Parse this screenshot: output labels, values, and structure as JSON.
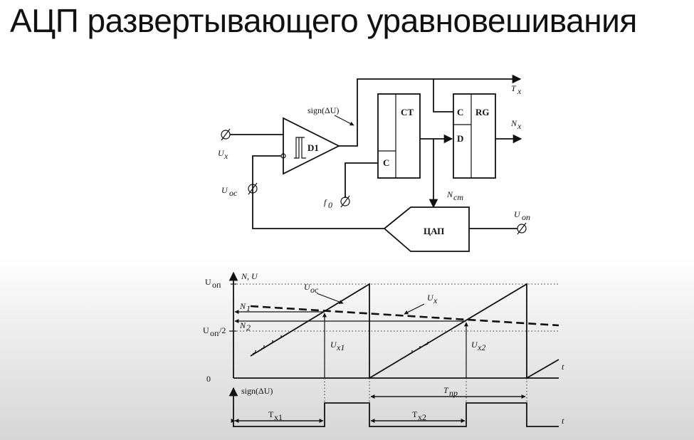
{
  "title": "АЦП развертывающего уравновешивания",
  "schematic": {
    "input": "U",
    "input_sub": "x",
    "feedback": "U",
    "feedback_sub": "ос",
    "comparator": "D1",
    "sign": "sign(ΔU)",
    "counter": "CT",
    "counter_c": "C",
    "clock": "f",
    "clock_sub": "0",
    "register_c": "C",
    "register": "RG",
    "register_d": "D",
    "tx": "T",
    "tx_sub": "x",
    "nx": "N",
    "nx_sub": "x",
    "nct": "N",
    "nct_sub": "ст",
    "dac": "ЦАП",
    "uref": "U",
    "uref_sub": "оп"
  },
  "timing": {
    "y_axis": "N, U",
    "uop": "U",
    "uop_sub": "оп",
    "half": "U",
    "half_sub": "оп",
    "half_suffix": "/2",
    "zero": "0",
    "n1": "N",
    "n1_sub": "1",
    "n2": "N",
    "n2_sub": "2",
    "uoc": "U",
    "uoc_sub": "ос",
    "ux": "U",
    "ux_sub": "x",
    "ux1": "U",
    "ux1_sub": "x1",
    "ux2": "U",
    "ux2_sub": "x2",
    "t_axis": "t",
    "sign": "sign(ΔU)",
    "tx1": "T",
    "tx1_sub": "x1",
    "tx2": "T",
    "tx2_sub": "x2",
    "tpr": "T",
    "tpr_sub": "пр",
    "t_axis2": "t"
  }
}
